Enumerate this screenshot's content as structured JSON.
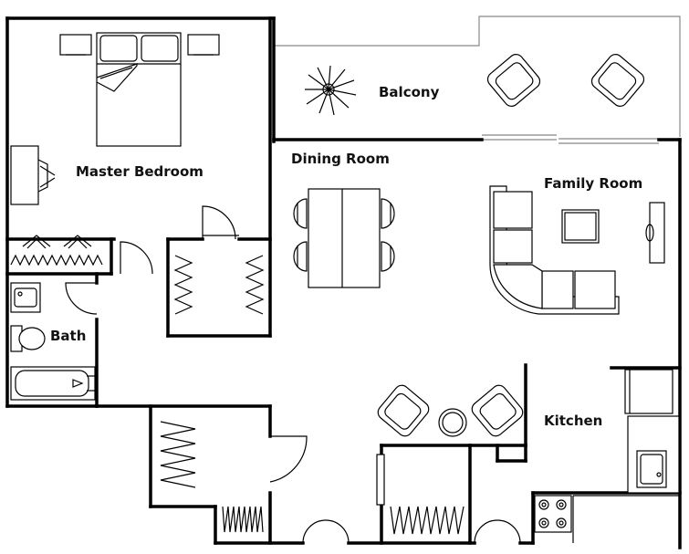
{
  "title": "Apartment Floor Plan",
  "rooms": {
    "master_bedroom": "Master Bedroom",
    "balcony": "Balcony",
    "dining_room": "Dining Room",
    "family_room": "Family Room",
    "bath": "Bath",
    "kitchen": "Kitchen"
  }
}
